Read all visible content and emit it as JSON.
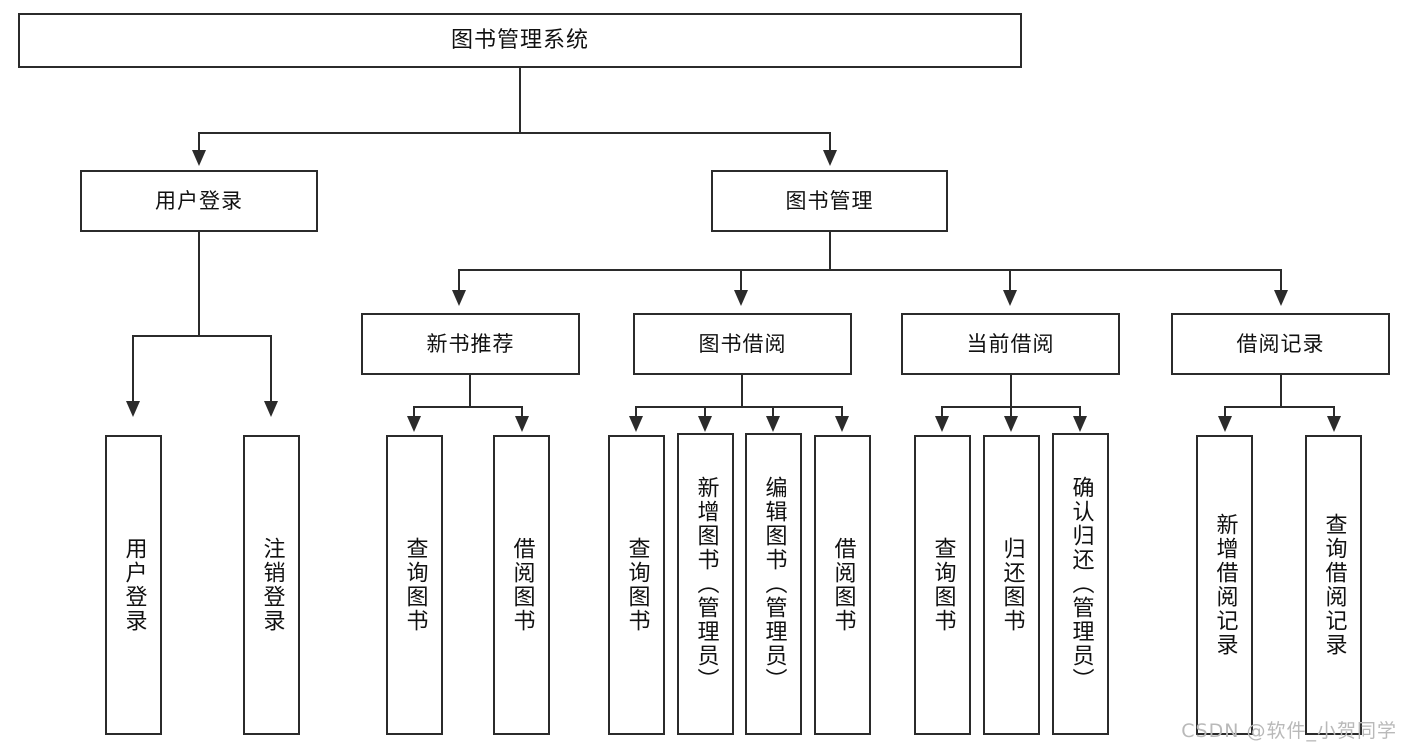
{
  "diagram": {
    "title": "图书管理系统",
    "type": "tree-hierarchy-diagram",
    "style": {
      "background": "#ffffff",
      "box_border": "#2b2b2b",
      "box_fill": "#ffffff",
      "text": "#111111",
      "connector": "#2b2b2b",
      "watermark": "#b9b9b9"
    },
    "root": {
      "label": "图书管理系统"
    },
    "level2": [
      {
        "label": "用户登录"
      },
      {
        "label": "图书管理"
      }
    ],
    "level3": [
      {
        "label": "新书推荐"
      },
      {
        "label": "图书借阅"
      },
      {
        "label": "当前借阅"
      },
      {
        "label": "借阅记录"
      }
    ],
    "leaves": {
      "user_login": [
        {
          "label": "用户登录"
        },
        {
          "label": "注销登录"
        }
      ],
      "new_book_recommend": [
        {
          "label": "查询图书"
        },
        {
          "label": "借阅图书"
        }
      ],
      "book_borrow": [
        {
          "label": "查询图书"
        },
        {
          "label": "新增图书（管理员）"
        },
        {
          "label": "编辑图书（管理员）"
        },
        {
          "label": "借阅图书"
        }
      ],
      "current_borrow": [
        {
          "label": "查询图书"
        },
        {
          "label": "归还图书"
        },
        {
          "label": "确认归还（管理员）"
        }
      ],
      "borrow_record": [
        {
          "label": "新增借阅记录"
        },
        {
          "label": "查询借阅记录"
        }
      ]
    }
  },
  "watermark": {
    "text": "CSDN @软件_小贺同学"
  }
}
